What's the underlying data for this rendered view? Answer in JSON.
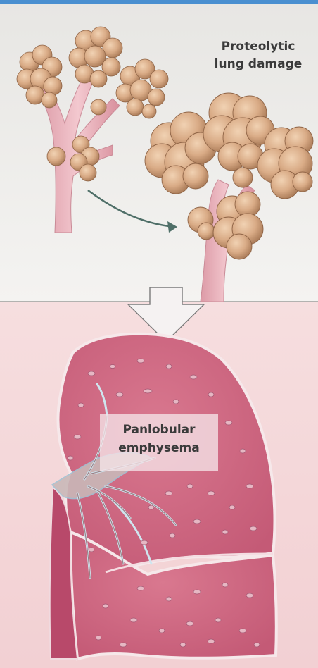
{
  "upper_panel": {
    "label_line1": "Proteolytic",
    "label_line2": "lung damage"
  },
  "lower_panel": {
    "label_line1": "Panlobular",
    "label_line2": "emphysema"
  },
  "colors": {
    "alveoli_fill": "#d9ab86",
    "airway_pink": "#e8b3bd",
    "lung_tissue": "#d06a85",
    "lower_background": "#f3d5d8",
    "top_bar": "#4a8fd0",
    "arrow": "#4f6f68"
  }
}
